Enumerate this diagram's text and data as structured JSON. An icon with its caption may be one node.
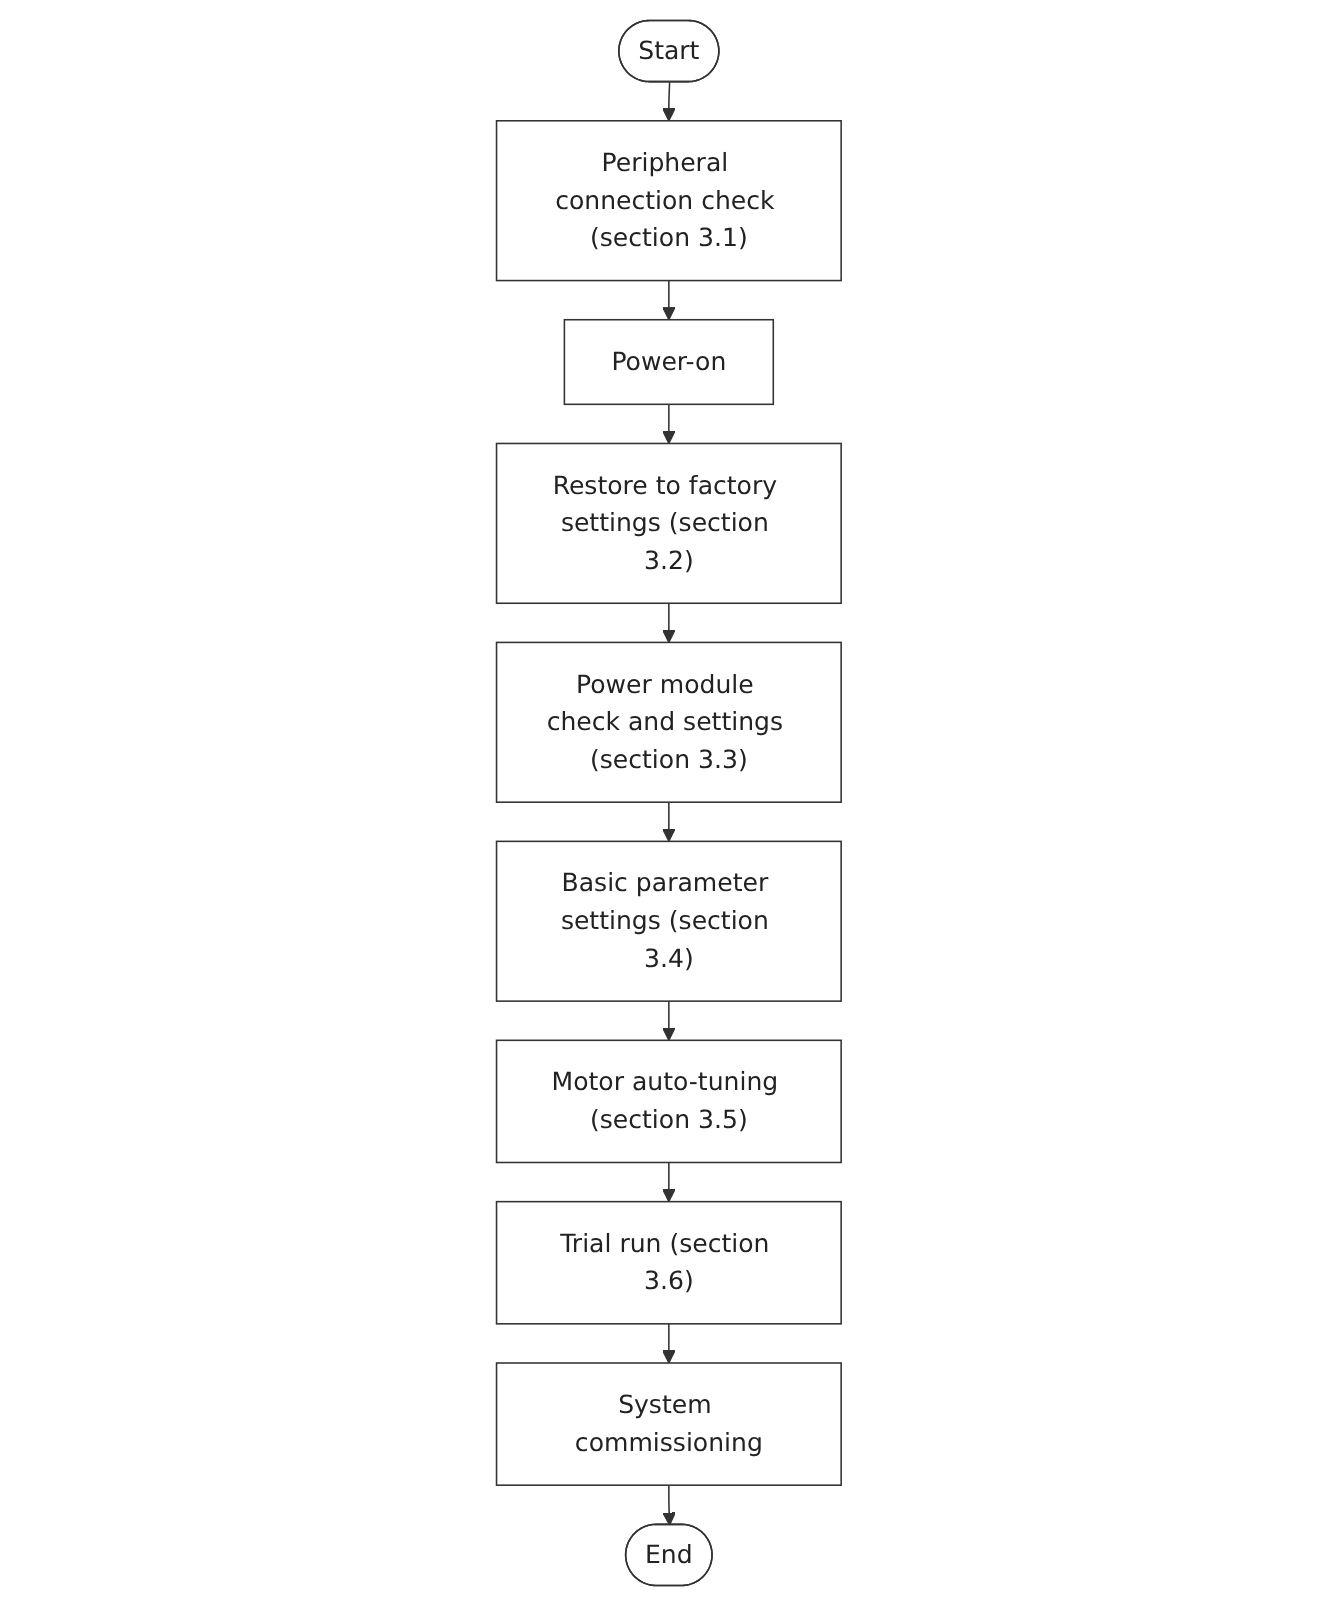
{
  "diagram": {
    "nodes": [
      {
        "text": [
          "Start"
        ]
      },
      {
        "text": [
          "Peripheral connection check (section 3.1)"
        ]
      },
      {
        "text": [
          "Power-on"
        ]
      },
      {
        "text": [
          "Restore to factory settings (section 3.2)"
        ]
      },
      {
        "text": [
          "Power module check and settings (section 3.3)"
        ]
      },
      {
        "text": [
          "Basic parameter settings (section 3.4)"
        ]
      },
      {
        "text": [
          "Motor auto-tuning (section 3.5)"
        ]
      },
      {
        "text": [
          "Trial run (section 3.6)"
        ]
      },
      {
        "text": [
          "System commissioning"
        ]
      },
      {
        "text": [
          "End"
        ]
      }
    ],
    "edges": [
      {
        "from": 0,
        "to": 1,
        "arrow": "to"
      },
      {
        "from": 1,
        "to": 2,
        "arrow": "to"
      },
      {
        "from": 2,
        "to": 3,
        "arrow": "to"
      },
      {
        "from": 3,
        "to": 4,
        "arrow": "to"
      },
      {
        "from": 4,
        "to": 5,
        "arrow": "to"
      },
      {
        "from": 5,
        "to": 6,
        "arrow": "to"
      },
      {
        "from": 6,
        "to": 7,
        "arrow": "to"
      },
      {
        "from": 7,
        "to": 8,
        "arrow": "to"
      },
      {
        "from": 8,
        "to": 9,
        "arrow": "to"
      }
    ]
  }
}
